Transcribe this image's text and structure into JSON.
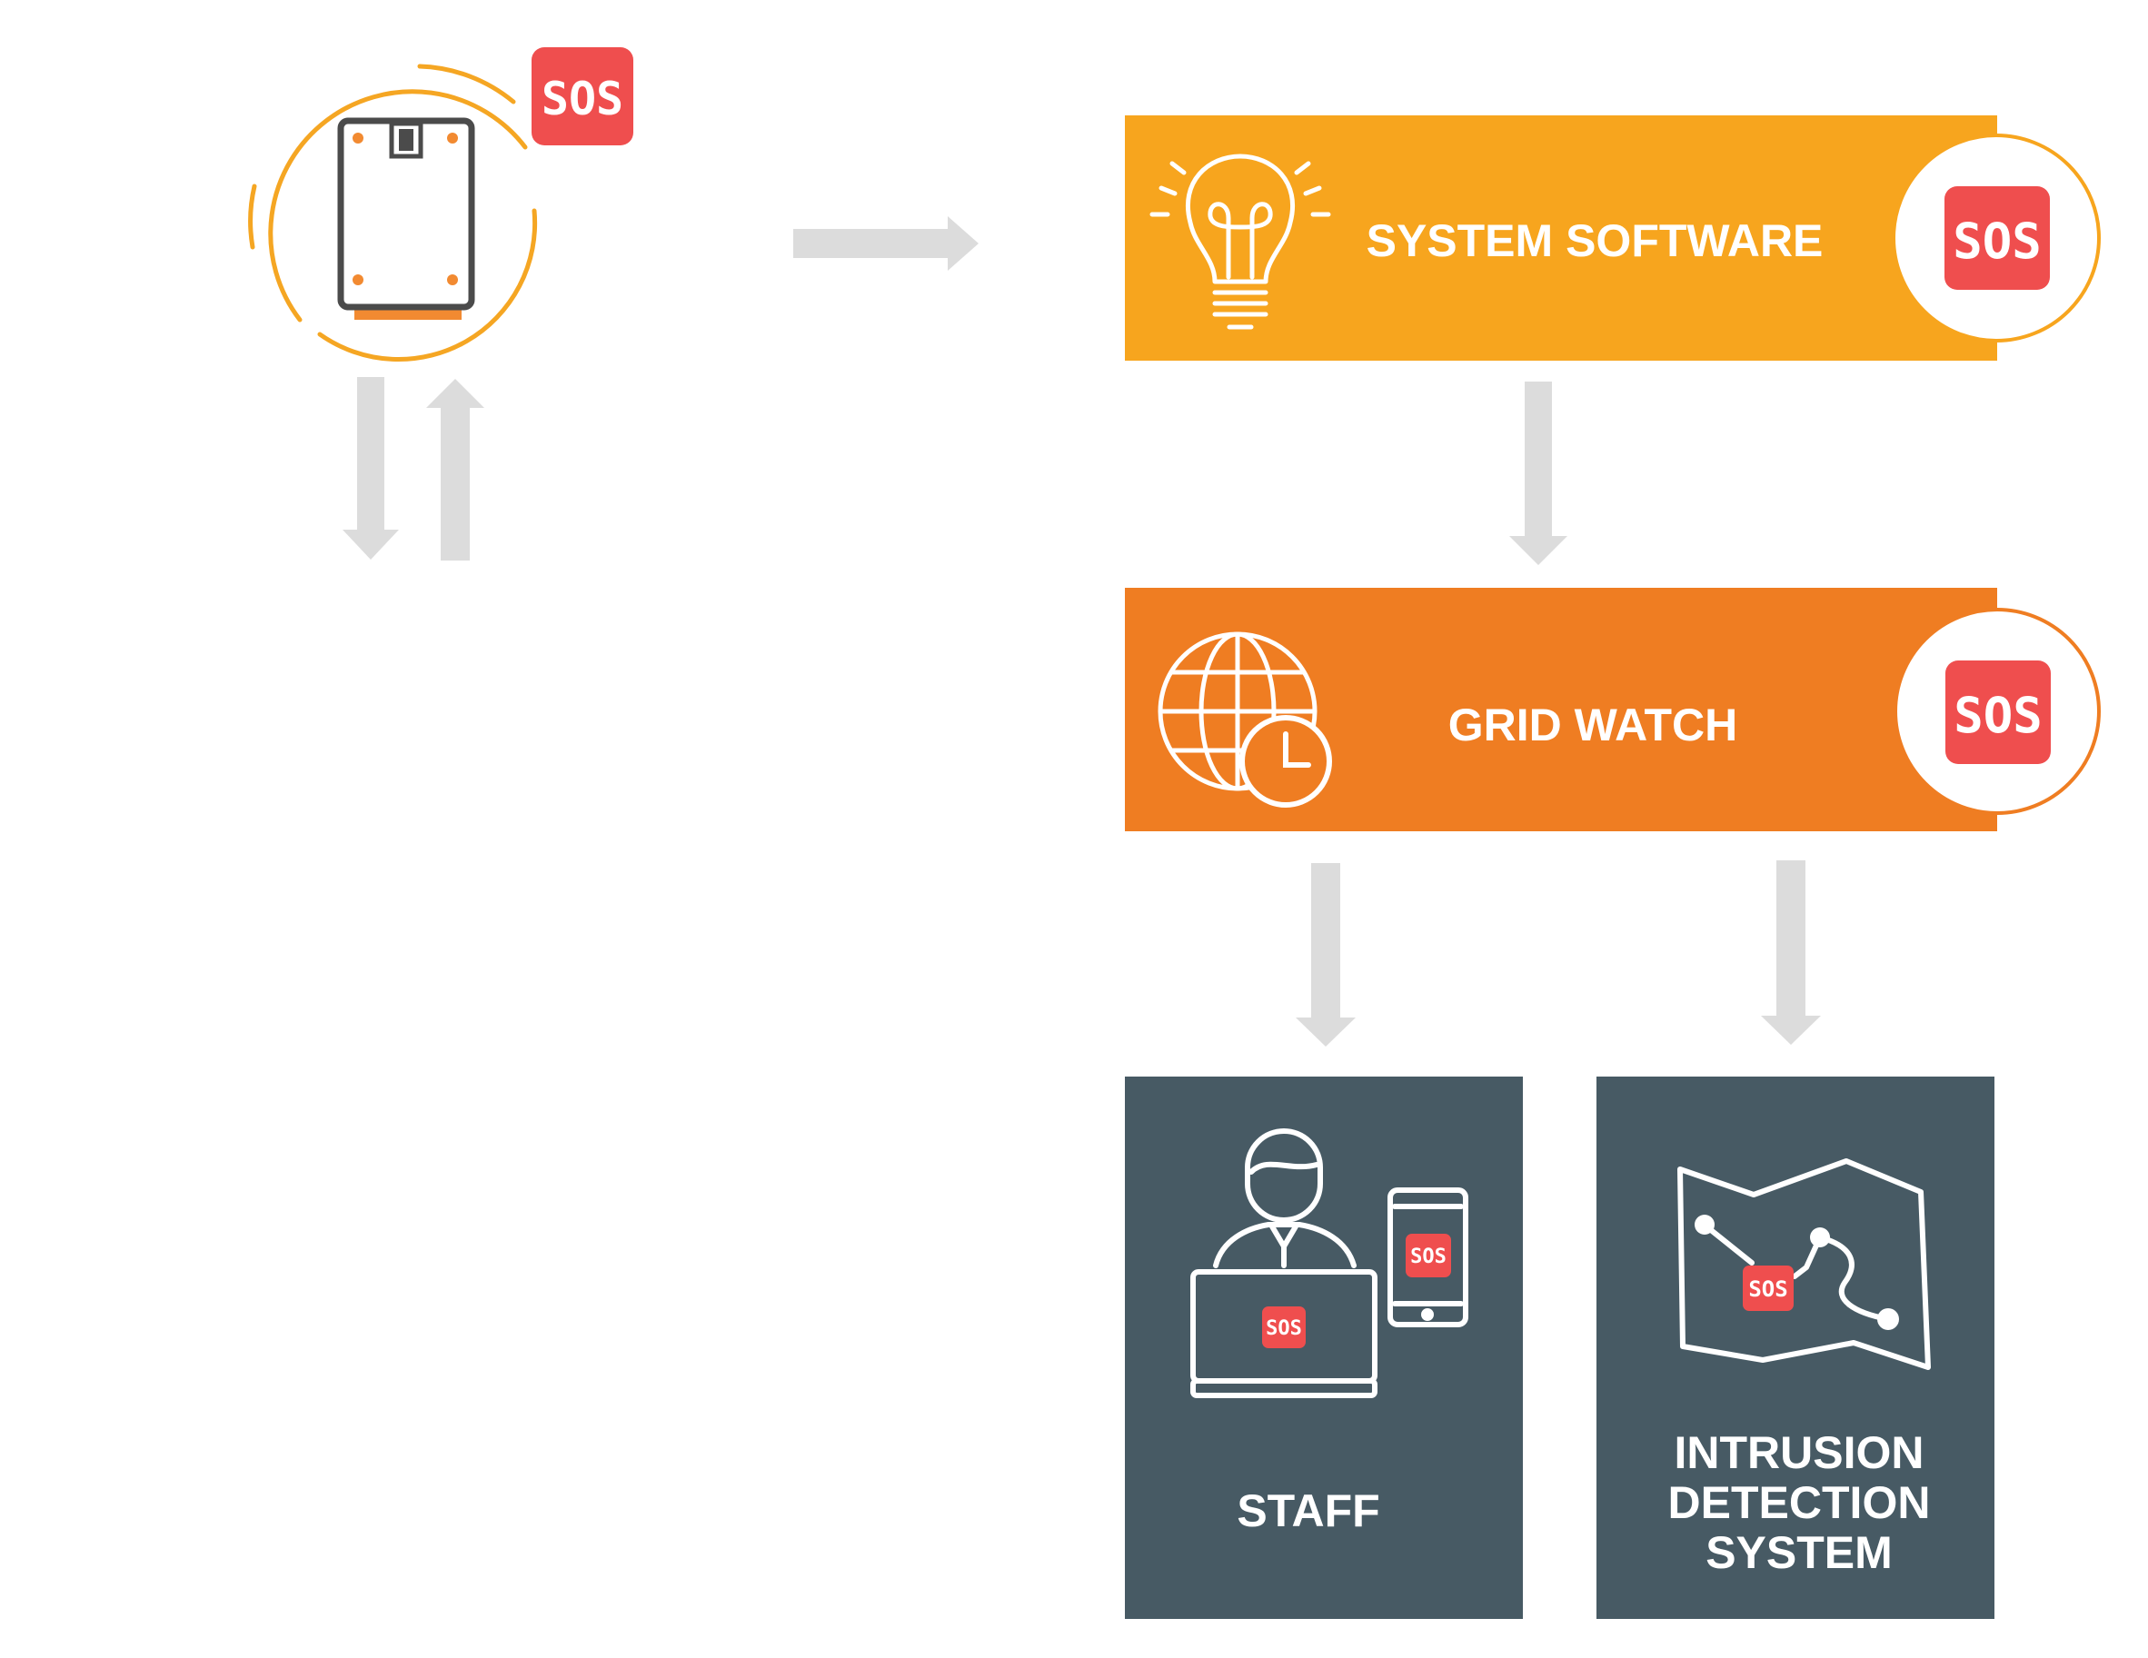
{
  "diagram": {
    "nodes": {
      "device": {
        "badge": "SOS"
      },
      "system_software": {
        "label": "SYSTEM SOFTWARE",
        "badge": "SOS"
      },
      "grid_watch": {
        "label": "GRID WATCH",
        "badge": "SOS"
      },
      "staff": {
        "label": "STAFF",
        "laptop_badge": "SOS",
        "phone_badge": "SOS"
      },
      "intrusion": {
        "label_lines": [
          "INTRUSION",
          "DETECTION",
          "SYSTEM"
        ],
        "badge": "SOS"
      }
    },
    "edges": [
      {
        "from": "device",
        "to": "system_software"
      },
      {
        "from": "device",
        "to": "below"
      },
      {
        "from": "below",
        "to": "device"
      },
      {
        "from": "system_software",
        "to": "grid_watch"
      },
      {
        "from": "grid_watch",
        "to": "staff"
      },
      {
        "from": "grid_watch",
        "to": "intrusion"
      }
    ]
  },
  "colors": {
    "sos_red": "#ef4e4e",
    "system_software_fill": "#f7a51e",
    "grid_watch_fill": "#ef7d22",
    "panel_slate": "#475a64",
    "arrow_gray": "#dcdcdc",
    "device_outline": "#4b4b4b",
    "device_accent": "#f28a31",
    "ring_orange": "#f5a623"
  },
  "icons": {
    "system_software": "lightbulb-icon",
    "grid_watch": "globe-clock-icon",
    "staff": "person-laptop-phone-icon",
    "intrusion": "map-route-icon",
    "device": "handheld-device-icon"
  }
}
